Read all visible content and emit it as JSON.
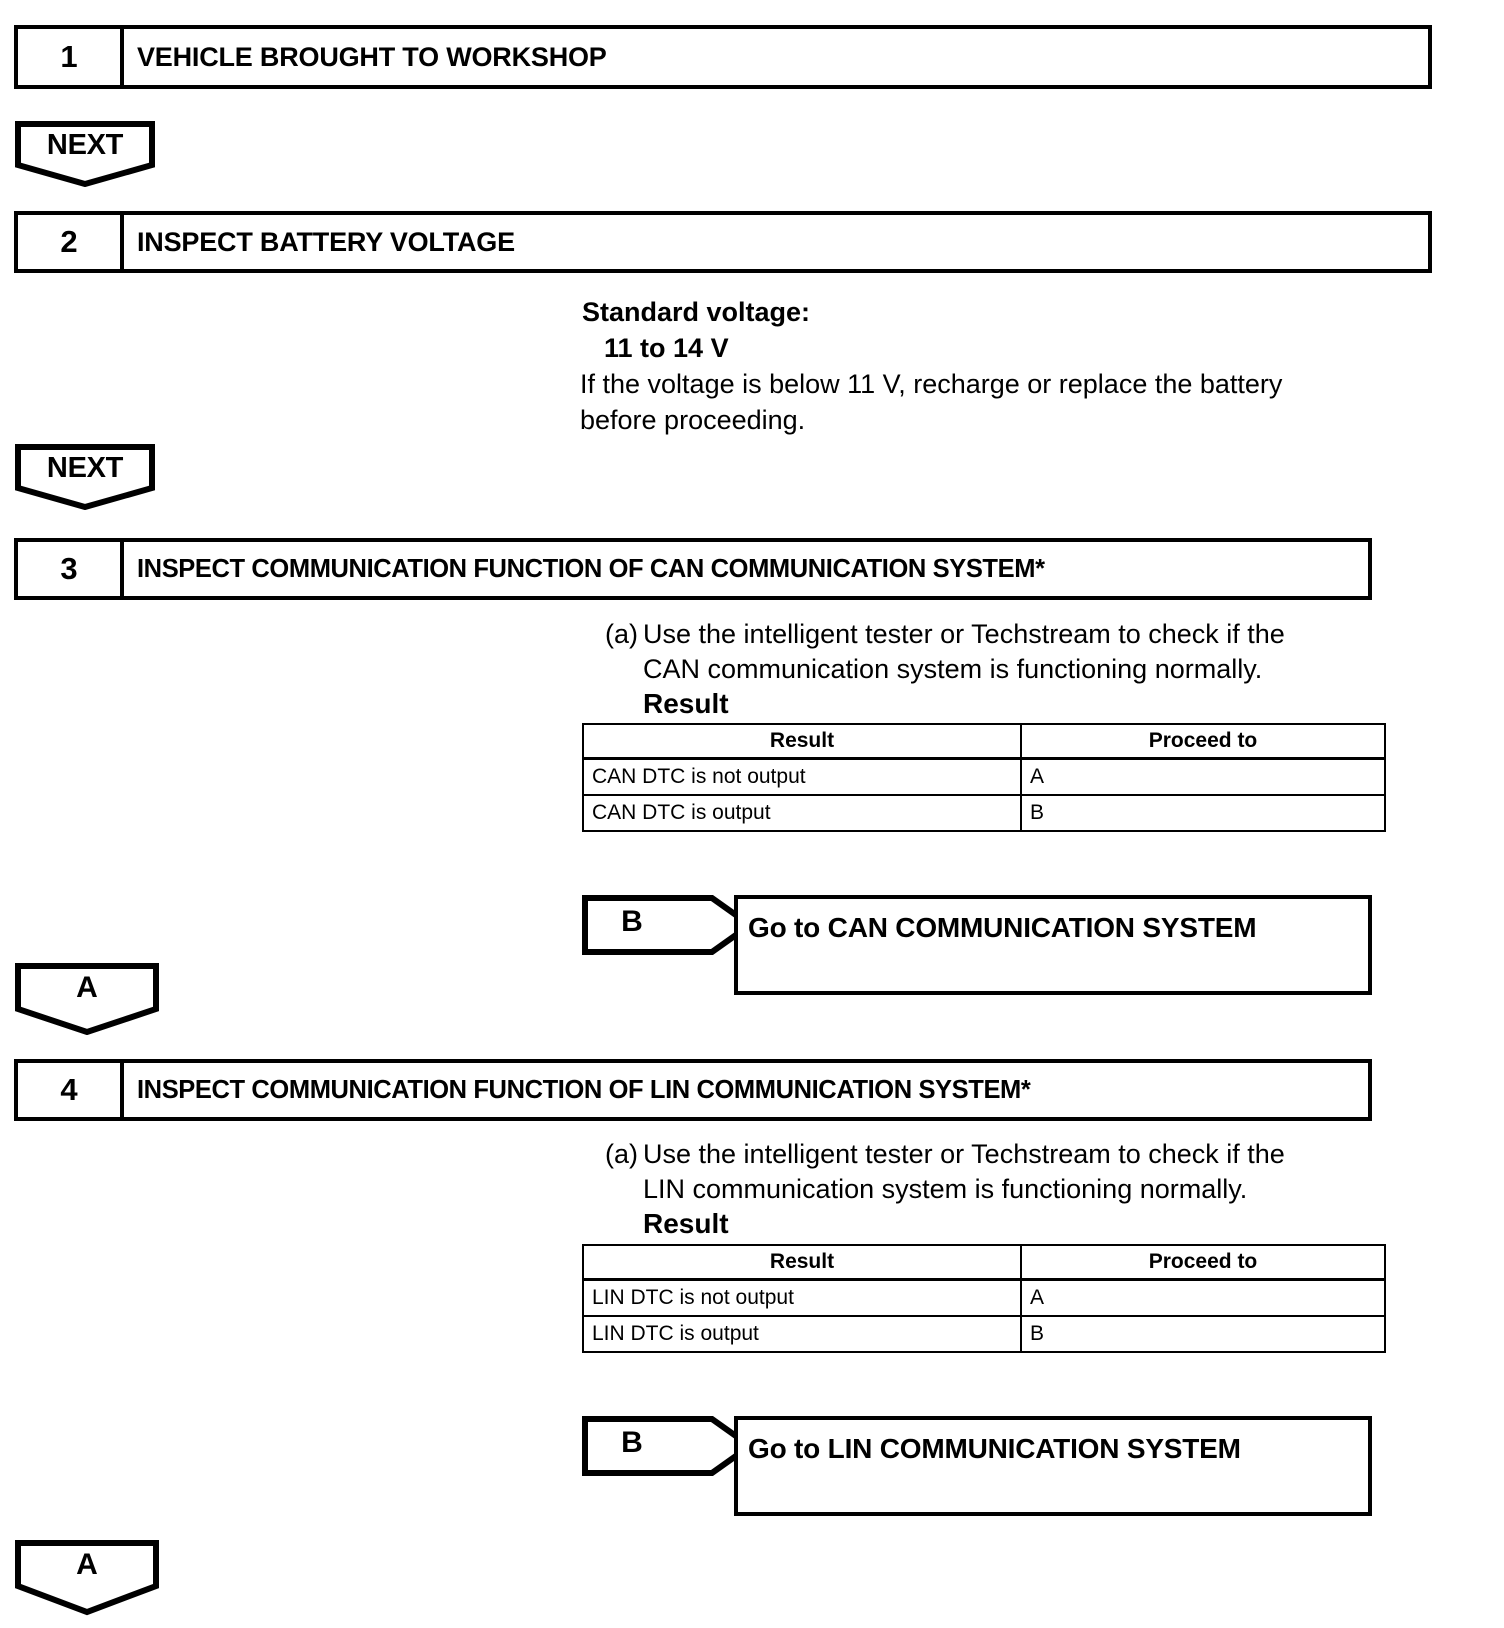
{
  "document": {
    "type": "diagnostic-flowchart",
    "title": "CAN / LIN communication system troubleshooting procedure"
  },
  "steps": [
    {
      "number": "1",
      "title": "VEHICLE BROUGHT TO WORKSHOP"
    },
    {
      "number": "2",
      "title": "INSPECT BATTERY VOLTAGE",
      "body": {
        "standard_label": "Standard voltage:",
        "standard_value": "11 to 14 V",
        "note": "If the voltage is below 11 V, recharge or replace the battery\nbefore proceeding."
      }
    },
    {
      "number": "3",
      "title": "INSPECT COMMUNICATION FUNCTION OF CAN COMMUNICATION SYSTEM*",
      "body": {
        "marker": "(a)",
        "text": "Use the intelligent tester or Techstream to check if the\nCAN communication system is functioning normally.",
        "result_caption": "Result",
        "table": {
          "headers": [
            "Result",
            "Proceed to"
          ],
          "rows": [
            [
              "CAN DTC is not output",
              "A"
            ],
            [
              "CAN DTC is output",
              "B"
            ]
          ]
        },
        "branch": {
          "label": "B",
          "goto": "Go to CAN COMMUNICATION SYSTEM"
        }
      }
    },
    {
      "number": "4",
      "title": "INSPECT COMMUNICATION FUNCTION OF LIN COMMUNICATION SYSTEM*",
      "body": {
        "marker": "(a)",
        "text": "Use the intelligent tester or Techstream to check if the\nLIN communication system is functioning normally.",
        "result_caption": "Result",
        "table": {
          "headers": [
            "Result",
            "Proceed to"
          ],
          "rows": [
            [
              "LIN DTC is not output",
              "A"
            ],
            [
              "LIN DTC is output",
              "B"
            ]
          ]
        },
        "branch": {
          "label": "B",
          "goto": "Go to LIN COMMUNICATION SYSTEM"
        }
      }
    }
  ],
  "connectors": [
    {
      "label": "NEXT"
    },
    {
      "label": "NEXT"
    },
    {
      "label": "A"
    },
    {
      "label": "A"
    }
  ],
  "colors": {
    "ink": "#000000",
    "paper": "#ffffff"
  }
}
